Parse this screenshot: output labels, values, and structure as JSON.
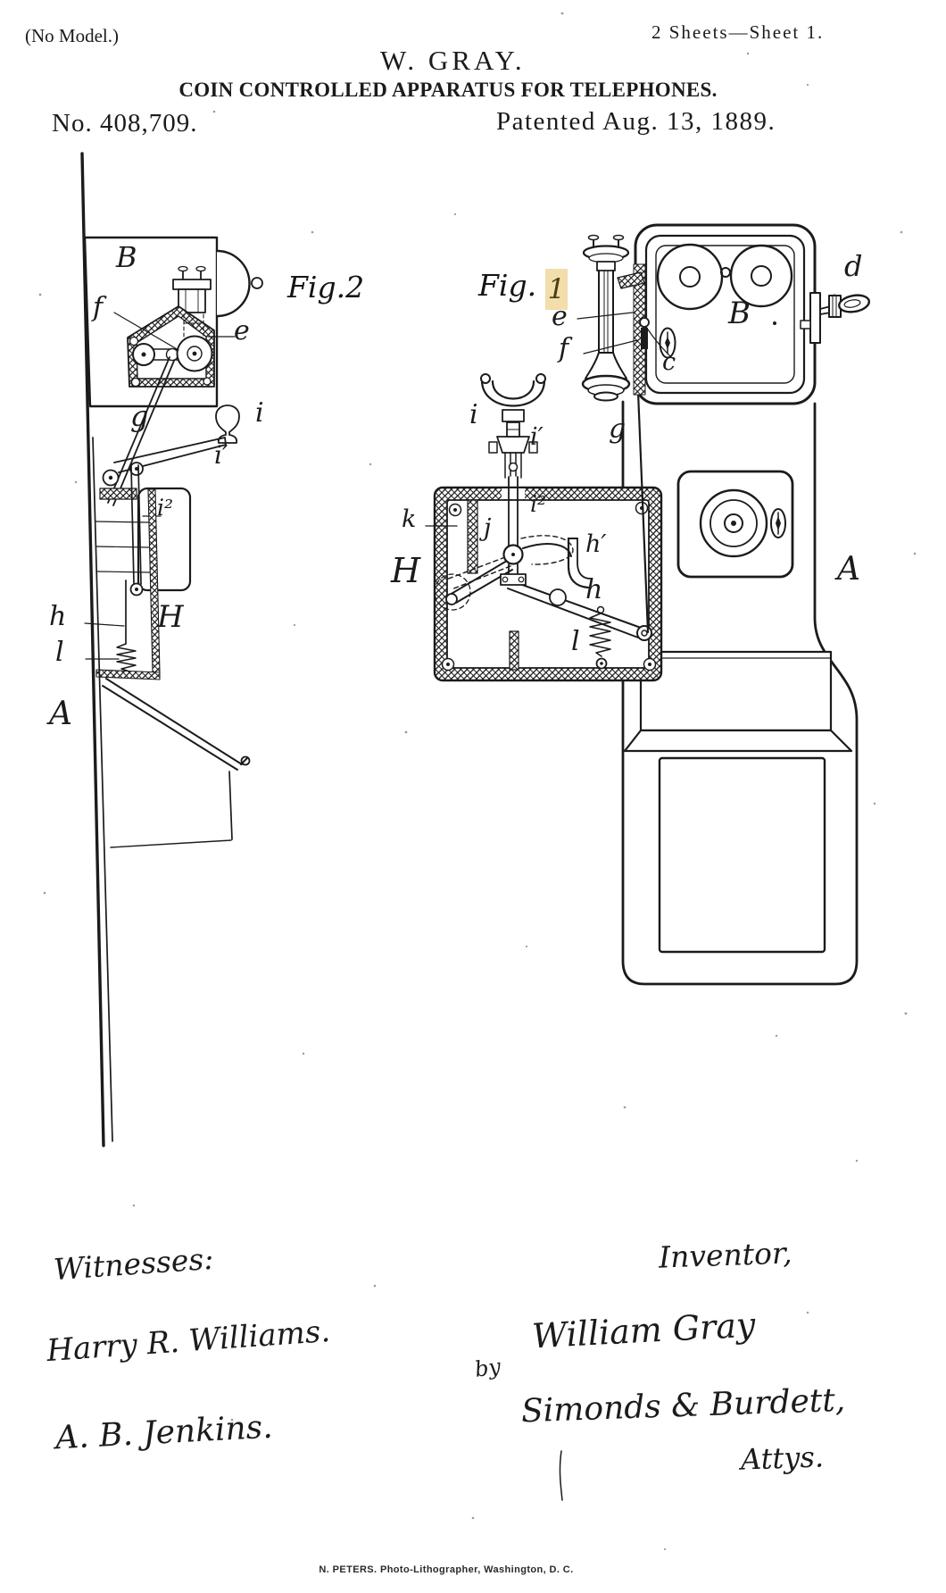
{
  "page": {
    "ink_color": "#1b1b1b",
    "paper_color": "#ffffff",
    "header": {
      "no_model": "(No Model.)",
      "sheets": "2 Sheets—Sheet 1.",
      "inventor_abbrev": "W. GRAY.",
      "invention_title": "COIN CONTROLLED APPARATUS FOR TELEPHONES.",
      "patent_number": "No. 408,709.",
      "patent_date": "Patented Aug. 13, 1889."
    },
    "fig2": {
      "label": "Fig.2",
      "parts": {
        "B": "B",
        "f": "f",
        "e": "e",
        "g": "g",
        "i": "i",
        "i_prime": "i′",
        "i_sq": "i²",
        "h": "h",
        "l": "l",
        "H": "H",
        "A": "A"
      }
    },
    "fig1": {
      "label_prefix": "Fig.",
      "highlighted_digit": "1",
      "highlight_bg": "#f2ddab",
      "highlight_fg": "#4a3f10",
      "highlight_css": "background:#f2ddab;color:#4a3f10",
      "parts": {
        "e": "e",
        "f": "f",
        "c": "c",
        "B": "B",
        "d": "d",
        "g": "g",
        "i": "i",
        "i_prime": "i′",
        "i_sq": "i²",
        "k": "k",
        "j": "j",
        "H": "H",
        "h_prime": "h′",
        "h": "h",
        "l": "l",
        "A": "A"
      }
    },
    "signing": {
      "witnesses_label": "Witnesses:",
      "witness_1": "Harry R. Williams.",
      "witness_2": "A. B. Jenkins.",
      "inventor_label": "Inventor,",
      "inventor_name": "William Gray",
      "by_label": "by",
      "attorneys": "Simonds & Burdett,",
      "attorneys_suffix": "Attys."
    },
    "footer": "N. PETERS. Photo-Lithographer, Washington, D. C."
  }
}
